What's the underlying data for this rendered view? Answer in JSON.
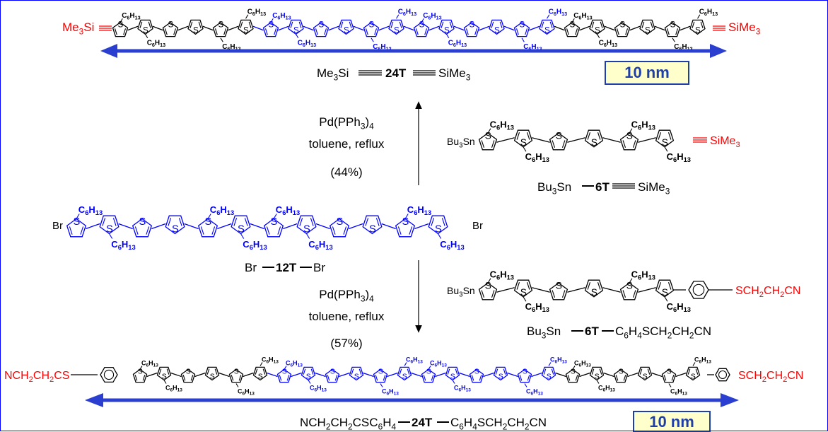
{
  "colors": {
    "black": "#000000",
    "blue": "#0000ff",
    "red": "#ff0000",
    "scale_arrow": "#2a3fd0",
    "scale_fill": "#ffffcc"
  },
  "ring_label": "S",
  "hexyl": "C6H13",
  "top": {
    "left_end": "Me3Si",
    "right_end": "SiMe3",
    "caption": {
      "left": "Me3Si",
      "core": "24T",
      "right": "SiMe3"
    },
    "scale": "10 nm"
  },
  "upper_reaction": {
    "reagent": "Pd(PPh3)4",
    "solvent": "toluene, reflux",
    "yield": "(44%)"
  },
  "upper_reagent": {
    "left_end": "Bu3Sn",
    "right_end": "SiMe3",
    "caption": {
      "left": "Bu3Sn",
      "core": "6T",
      "right": "SiMe3"
    }
  },
  "middle": {
    "left_end": "Br",
    "right_end": "Br",
    "caption": {
      "left": "Br",
      "core": "12T",
      "right": "Br"
    }
  },
  "lower_reaction": {
    "reagent": "Pd(PPh3)4",
    "solvent": "toluene, reflux",
    "yield": "(57%)"
  },
  "lower_reagent": {
    "left_end": "Bu3Sn",
    "right_end": "SCH2CH2CN",
    "caption": {
      "left": "Bu3Sn",
      "core": "6T",
      "right": "C6H4SCH2CH2CN"
    }
  },
  "bottom": {
    "left_end": "NCH2CH2CS",
    "right_end": "SCH2CH2CN",
    "caption": {
      "left": "NCH2CH2CSC6H4",
      "core": "24T",
      "right": "C6H4SCH2CH2CN"
    },
    "scale": "10 nm"
  }
}
